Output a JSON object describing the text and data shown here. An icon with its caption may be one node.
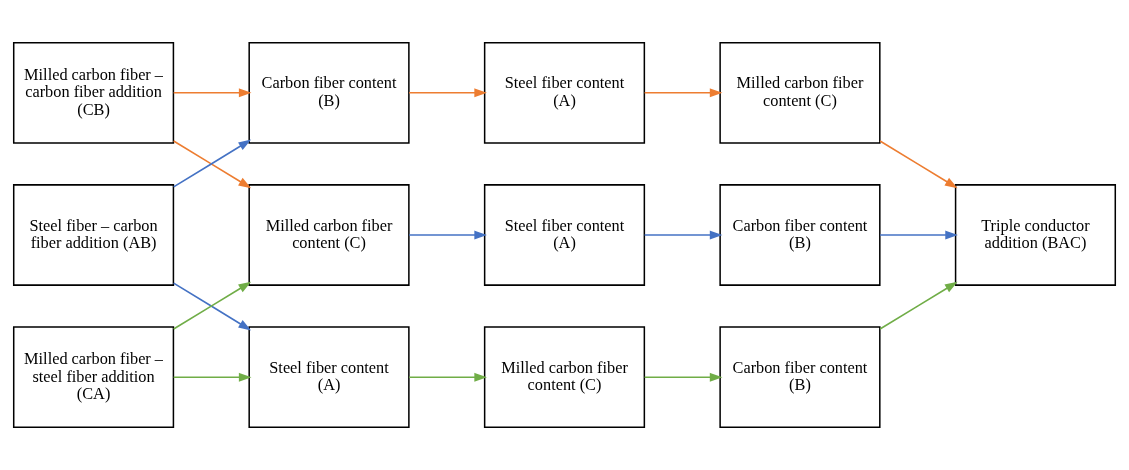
{
  "diagram": {
    "nodes": [
      {
        "text": [
          "Milled carbon fiber – carbon fiber addition (CB)"
        ]
      },
      {
        "text": [
          "Carbon fiber content (B)"
        ]
      },
      {
        "text": [
          "Steel fiber content (A)"
        ]
      },
      {
        "text": [
          "Milled carbon fiber content (C)"
        ]
      },
      {
        "text": [
          "Steel fiber – carbon fiber addition (AB)"
        ]
      },
      {
        "text": [
          "Milled carbon fiber content (C)"
        ]
      },
      {
        "text": [
          "Steel fiber content (A)"
        ]
      },
      {
        "text": [
          "Carbon fiber content (B)"
        ]
      },
      {
        "text": [
          "Triple conductor addition (BAC)"
        ]
      },
      {
        "text": [
          "Milled carbon fiber – steel fiber addition (CA)"
        ]
      },
      {
        "text": [
          "Steel fiber content (A)"
        ]
      },
      {
        "text": [
          "Milled carbon fiber content (C)"
        ]
      },
      {
        "text": [
          "Carbon fiber content (B)"
        ]
      }
    ],
    "edges": [
      {
        "from": 0,
        "to": 1,
        "arrow": "to",
        "color": "#ed7d31"
      },
      {
        "from": 0,
        "to": 5,
        "arrow": "to",
        "color": "#ed7d31"
      },
      {
        "from": 1,
        "to": 2,
        "arrow": "to",
        "color": "#ed7d31"
      },
      {
        "from": 2,
        "to": 3,
        "arrow": "to",
        "color": "#ed7d31"
      },
      {
        "from": 3,
        "to": 8,
        "arrow": "to",
        "color": "#ed7d31"
      },
      {
        "from": 4,
        "to": 1,
        "arrow": "to",
        "color": "#4472c4"
      },
      {
        "from": 4,
        "to": 10,
        "arrow": "to",
        "color": "#4472c4"
      },
      {
        "from": 5,
        "to": 6,
        "arrow": "to",
        "color": "#4472c4"
      },
      {
        "from": 6,
        "to": 7,
        "arrow": "to",
        "color": "#4472c4"
      },
      {
        "from": 7,
        "to": 8,
        "arrow": "to",
        "color": "#4472c4"
      },
      {
        "from": 9,
        "to": 10,
        "arrow": "to",
        "color": "#70ad47"
      },
      {
        "from": 9,
        "to": 5,
        "arrow": "to",
        "color": "#70ad47"
      },
      {
        "from": 10,
        "to": 11,
        "arrow": "to",
        "color": "#70ad47"
      },
      {
        "from": 11,
        "to": 12,
        "arrow": "to",
        "color": "#70ad47"
      },
      {
        "from": 12,
        "to": 8,
        "arrow": "to",
        "color": "#70ad47"
      }
    ]
  }
}
